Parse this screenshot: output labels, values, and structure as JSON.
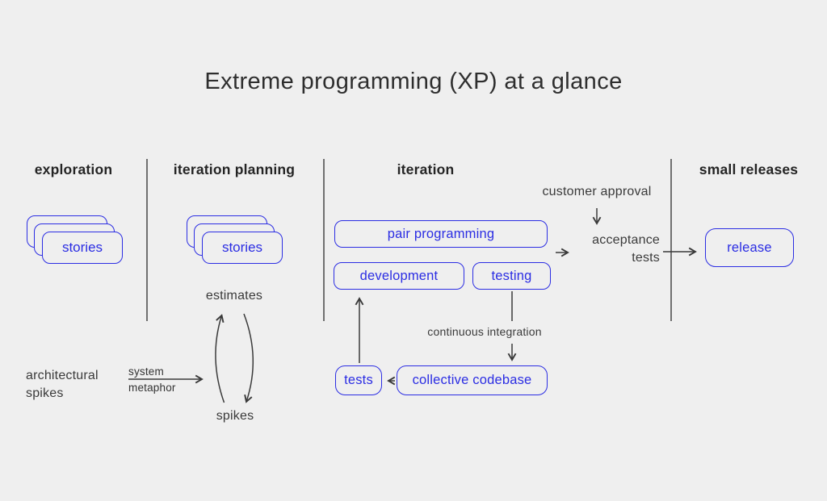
{
  "title": "Extreme programming (XP) at a glance",
  "colors": {
    "bg": "#efefef",
    "accent_blue": "#2b2de3",
    "ink": "#2e2e2e",
    "line": "#3a3a3a"
  },
  "columns": [
    {
      "label": "exploration"
    },
    {
      "label": "iteration planning"
    },
    {
      "label": "iteration"
    },
    {
      "label": "small releases"
    }
  ],
  "nodes": {
    "stories_exploration": "stories",
    "stories_planning": "stories",
    "pair_programming": "pair programming",
    "development": "development",
    "testing": "testing",
    "tests": "tests",
    "collective_codebase": "collective codebase",
    "release": "release"
  },
  "labels": {
    "estimates": "estimates",
    "spikes": "spikes",
    "architectural_spikes": "architectural\nspikes",
    "system_metaphor": "system\nmetaphor",
    "customer_approval": "customer approval",
    "acceptance_tests": "acceptance\ntests",
    "continuous_integration": "continuous integration"
  }
}
